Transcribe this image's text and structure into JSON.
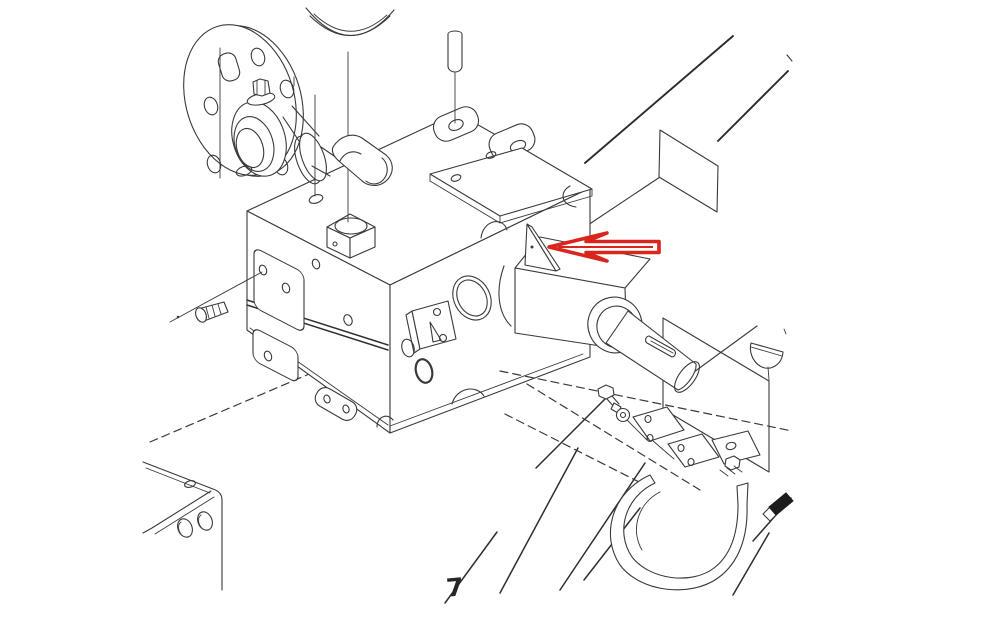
{
  "figure": {
    "type": "exploded-parts-line-diagram",
    "subject": "hydraulic-pump-gearbox-assembly",
    "part_label": "7"
  },
  "annotation": {
    "arrow_color": "#d9251c",
    "arrow_direction": "left",
    "points_at": "wedge-key"
  },
  "colors": {
    "background": "#ffffff",
    "line": "#3a3a3a"
  },
  "parts": [
    "input-flange",
    "flange-bolt",
    "input-shaft",
    "thrust-washer-disc",
    "elbow-fitting",
    "seal-ring-crescent",
    "dowel-pin",
    "fill-port-boss",
    "pump-housing",
    "wedge-key",
    "side-cover-panel",
    "output-boss",
    "output-shaft-with-keyway",
    "woodruff-key",
    "o-ring",
    "retainer-bracket",
    "plug-screw",
    "lower-left-gearbox",
    "hex-bolt",
    "washer",
    "shim-plate-1",
    "shim-plate-2",
    "clamp-bracket",
    "clamp-band",
    "threaded-stud"
  ]
}
